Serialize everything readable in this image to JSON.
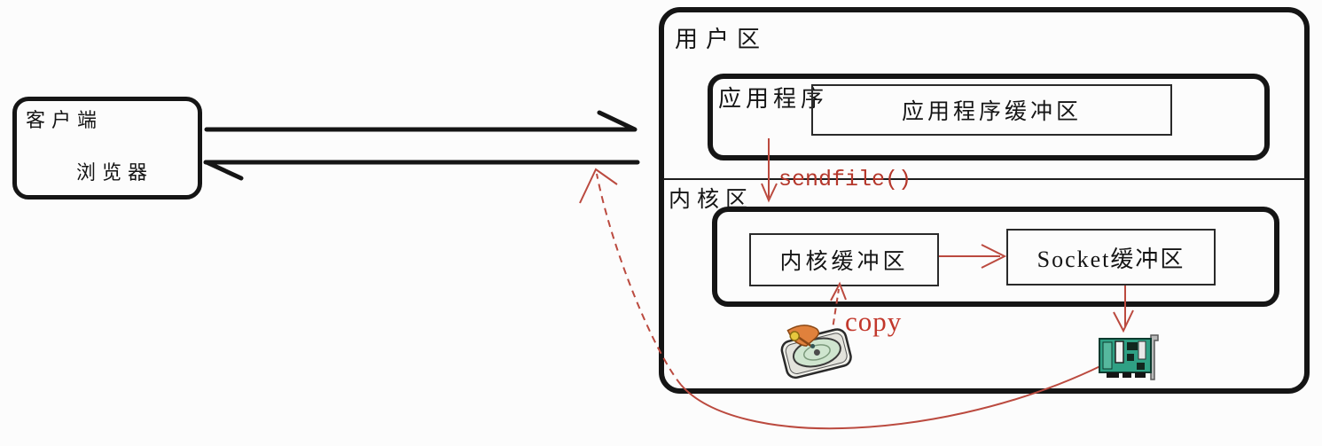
{
  "colors": {
    "ink": "#151515",
    "red_line": "#bb4a3f",
    "red_text": "#b5372b",
    "background": "#fcfcfc",
    "disk_platter": "#cfe5cf",
    "nic_board": "#2fa084"
  },
  "client": {
    "title": "客户端",
    "subtitle": "浏览器"
  },
  "server": {
    "user_area_label": "用户区",
    "kernel_area_label": "内核区",
    "application_label": "应用程序",
    "application_buffer_label": "应用程序缓冲区",
    "kernel_buffer_label": "内核缓冲区",
    "socket_buffer_label": "Socket缓冲区"
  },
  "annotations": {
    "sendfile_label": "sendfile()",
    "copy_label": "copy"
  },
  "icons": {
    "disk": "hard-disk-icon",
    "nic": "network-card-icon"
  }
}
